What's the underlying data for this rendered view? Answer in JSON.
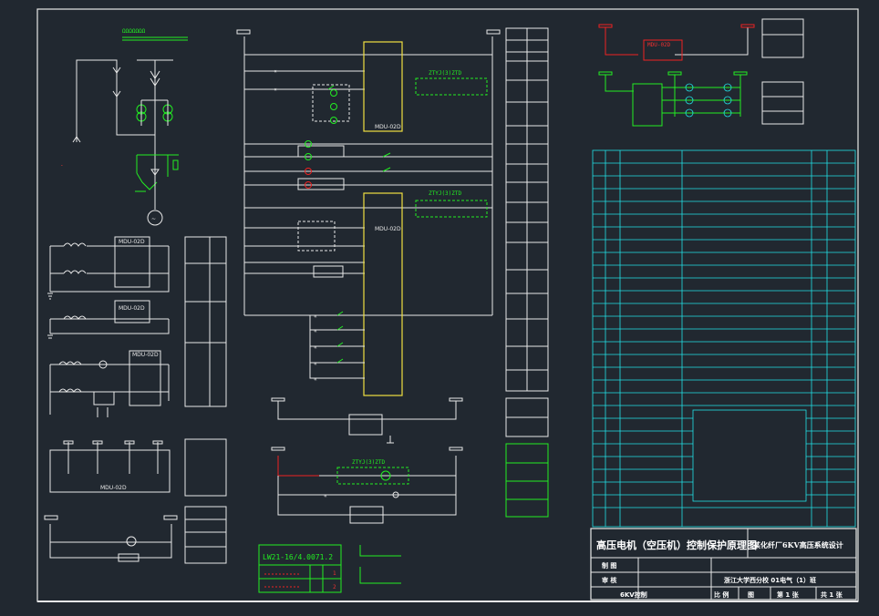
{
  "drawing": {
    "title_main": "高压电机（空压机）控制保护原理图",
    "title_project": "某化纤厂6KV高压系统设计",
    "title_sheet": "浙江大学西分校 01电气（1）班",
    "label_draw": "制 图",
    "label_review": "审 核",
    "label_scale": "比 例",
    "label_sheet": "第 1 张",
    "label_total": "共 1 张",
    "footer_left": "6KV控制",
    "col_mark": "图"
  },
  "components": {
    "relay_top": "MDU-02D",
    "relay_mid": "MDU-02D",
    "relay_left1": "MDU-02D",
    "relay_left2": "MDU-02D",
    "relay_left3": "MDU-02D",
    "relay_bottom": "MDU-02D",
    "relay_topright": "MDU-02D",
    "timer1": "ZTYJ(3)ZTD",
    "timer2": "ZTYJ(3)ZTD",
    "timer3": "ZTYJ(3)ZTD",
    "switch_model": "LW21-16/4.0071.2",
    "switch_rows": [
      "1",
      "2"
    ],
    "busbar_label": "ΩΩΩΩΩΩΩ"
  },
  "colors": {
    "background": "#212830",
    "wire": "#e8e8e8",
    "green": "#22ee22",
    "yellow": "#f0e040",
    "red": "#ee2222",
    "cyan": "#22e0e6"
  }
}
